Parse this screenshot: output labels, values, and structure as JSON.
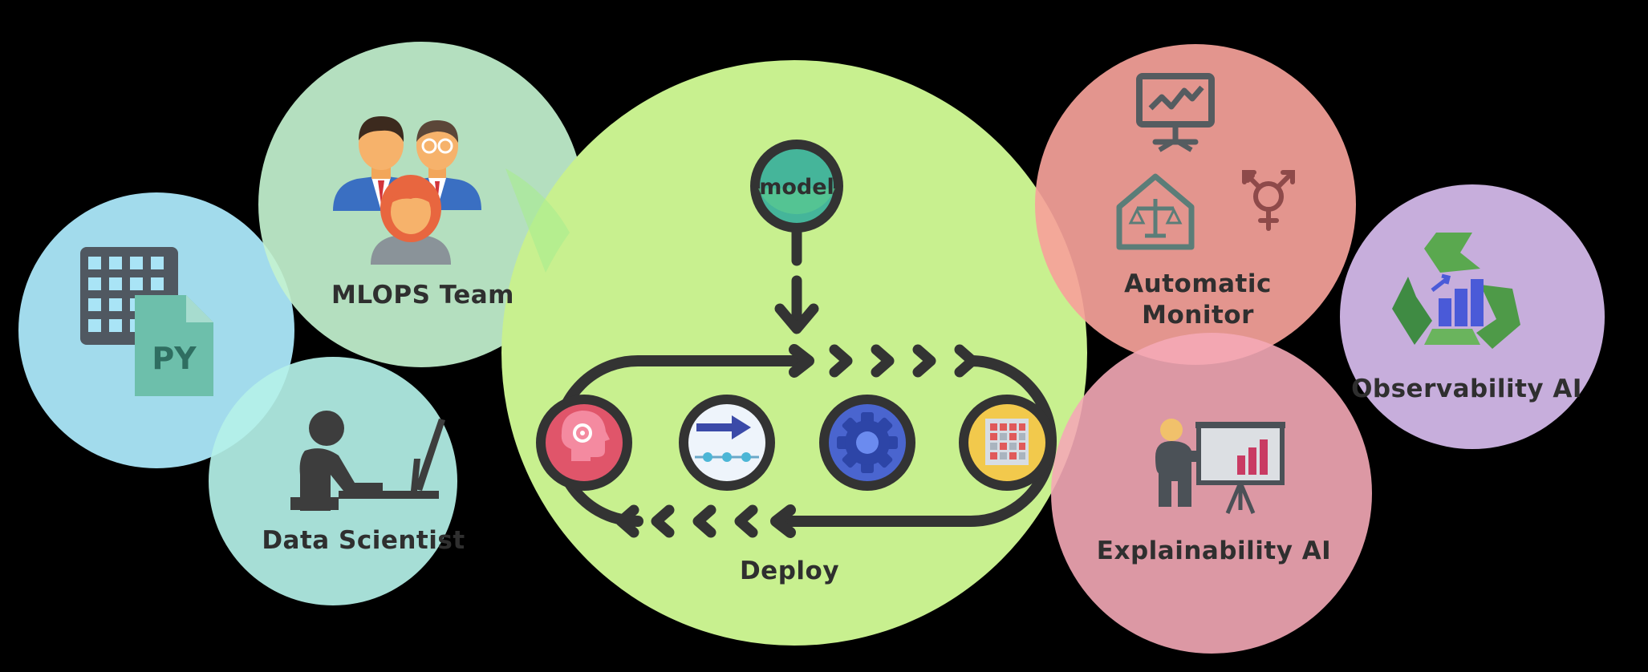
{
  "diagram": {
    "clusters": [
      {
        "id": "files",
        "color": "#a9e4f6"
      },
      {
        "id": "mlops",
        "color": "#c3f2cf",
        "label": "MLOPS Team"
      },
      {
        "id": "data-scientist",
        "color": "#b4f1e8",
        "label": "Data Scientist"
      },
      {
        "id": "deploy",
        "color": "#c8f08f",
        "label": "Deploy"
      },
      {
        "id": "monitor",
        "color": "#f6a29a",
        "label": "Automatic\nMonitor",
        "lines": [
          "Automatic",
          "Monitor"
        ]
      },
      {
        "id": "observability",
        "color": "#e2c6fa",
        "label": "Observability AI"
      },
      {
        "id": "explainability",
        "color": "#f4a8b6",
        "label": "Explainability AI"
      }
    ],
    "model_node": {
      "label": "model",
      "color": "#45b59a"
    },
    "pipeline_nodes": [
      {
        "icon": "brain-gear-icon",
        "color": "#e0556a"
      },
      {
        "icon": "arrow-timeline-icon",
        "color": "#eef4fb"
      },
      {
        "icon": "gear-icon",
        "color": "#5a6fd6"
      },
      {
        "icon": "calendar-grid-icon",
        "color": "#f2c94c"
      }
    ],
    "files_icon_text": "PY",
    "icons": [
      "spreadsheet-icon",
      "python-file-icon",
      "team-icon",
      "data-scientist-icon",
      "presentation-chart-icon",
      "balance-scale-icon",
      "gender-icon",
      "recycle-chart-icon",
      "presenter-icon"
    ]
  }
}
